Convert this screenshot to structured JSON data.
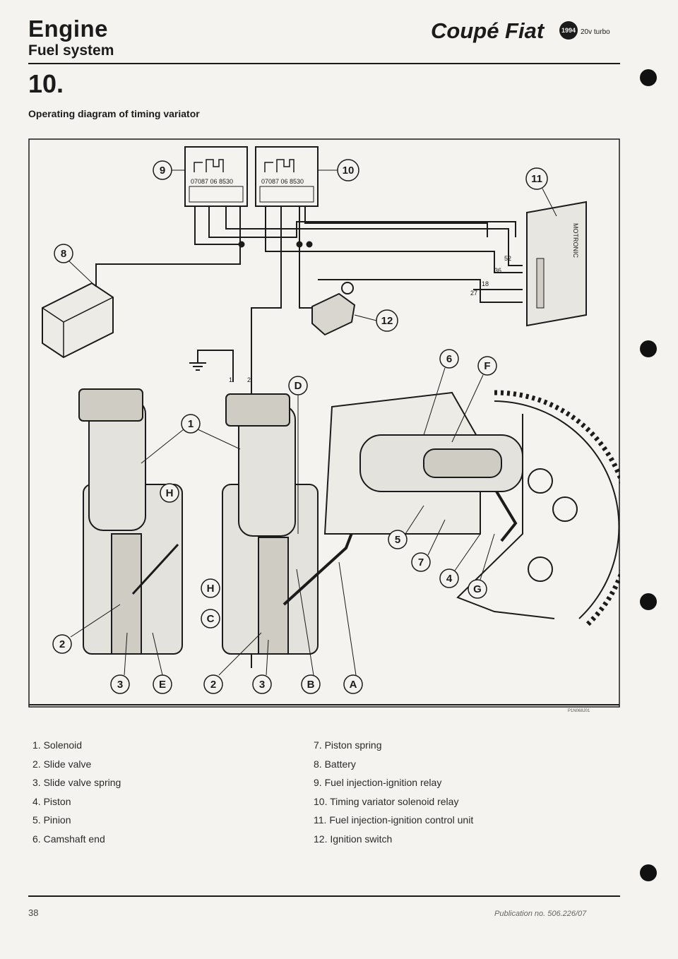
{
  "header": {
    "section": "Engine",
    "subsection": "Fuel system",
    "brand": "Coupé Fiat",
    "logo_text": "1994",
    "variant": "20v turbo"
  },
  "section_number": "10.",
  "figure_caption": "Operating diagram of timing variator",
  "figure": {
    "labels": [
      "1",
      "2",
      "3",
      "4",
      "5",
      "6",
      "7",
      "8",
      "9",
      "10",
      "11",
      "12",
      "A",
      "B",
      "C",
      "D",
      "E",
      "F",
      "G",
      "H"
    ],
    "relay_text": "07087 06  8530",
    "wire_numbers": [
      "52",
      "36",
      "18",
      "27"
    ],
    "solenoid_pins": [
      "1",
      "2"
    ],
    "ecu_text": "MOTRONIC",
    "ref_code": "P1N068J01"
  },
  "legend_left": [
    {
      "num": "1.",
      "text": "Solenoid"
    },
    {
      "num": "2.",
      "text": "Slide valve"
    },
    {
      "num": "3.",
      "text": "Slide valve spring"
    },
    {
      "num": "4.",
      "text": "Piston"
    },
    {
      "num": "5.",
      "text": "Pinion"
    },
    {
      "num": "6.",
      "text": "Camshaft end"
    }
  ],
  "legend_right": [
    {
      "num": "7.",
      "text": "Piston spring"
    },
    {
      "num": "8.",
      "text": "Battery"
    },
    {
      "num": "9.",
      "text": "Fuel injection-ignition relay"
    },
    {
      "num": "10.",
      "text": "Timing variator solenoid relay"
    },
    {
      "num": "11.",
      "text": "Fuel injection-ignition control unit"
    },
    {
      "num": "12.",
      "text": "Ignition switch"
    }
  ],
  "footer": {
    "page_number": "38",
    "publication": "Publication no. 506.226/07"
  }
}
